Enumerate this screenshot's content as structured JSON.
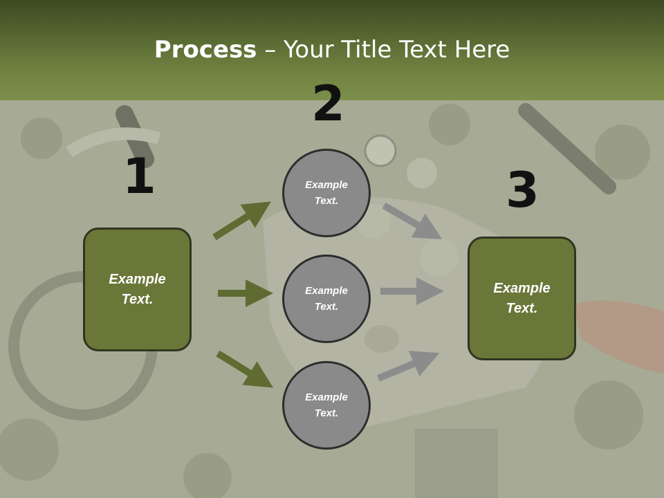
{
  "title": {
    "bold": "Process",
    "rest": " – Your Title Text Here"
  },
  "steps": {
    "one": "1",
    "two": "2",
    "three": "3"
  },
  "left_box": {
    "line1": "Example",
    "line2": "Text."
  },
  "right_box": {
    "line1": "Example",
    "line2": "Text."
  },
  "circles": [
    {
      "line1": "Example",
      "line2": "Text."
    },
    {
      "line1": "Example",
      "line2": "Text."
    },
    {
      "line1": "Example",
      "line2": "Text."
    }
  ],
  "colors": {
    "header": "#6f8240",
    "box_fill": "#6a7739",
    "circle_fill": "#8a8a8a",
    "green_arrow": "#5f6b31",
    "gray_arrow": "#8c8c8c"
  }
}
